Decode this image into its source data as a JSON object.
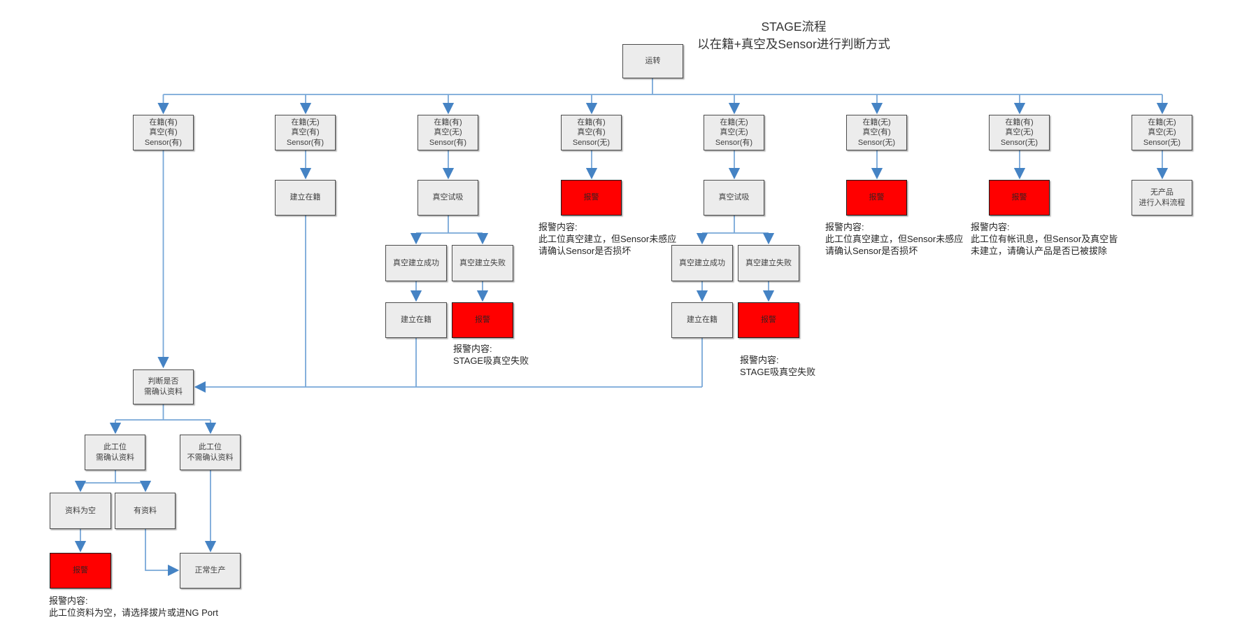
{
  "title": {
    "line1": "STAGE流程",
    "line2": "以在籍+真空及Sensor进行判断方式"
  },
  "nodes": {
    "start": "运转",
    "cond1": "在籍(有)\n真空(有)\nSensor(有)",
    "cond2": "在籍(无)\n真空(有)\nSensor(有)",
    "cond3": "在籍(有)\n真空(无)\nSensor(有)",
    "cond4": "在籍(有)\n真空(有)\nSensor(无)",
    "cond5": "在籍(无)\n真空(无)\nSensor(有)",
    "cond6": "在籍(无)\n真空(有)\nSensor(无)",
    "cond7": "在籍(有)\n真空(无)\nSensor(无)",
    "cond8": "在籍(无)\n真空(无)\nSensor(无)",
    "register2": "建立在籍",
    "vacuum_try3": "真空试吸",
    "vacuum_ok3": "真空建立成功",
    "vacuum_fail3": "真空建立失败",
    "register3": "建立在籍",
    "alarm3": "报警",
    "alarm4": "报警",
    "vacuum_try5": "真空试吸",
    "vacuum_ok5": "真空建立成功",
    "vacuum_fail5": "真空建立失败",
    "register5": "建立在籍",
    "alarm5": "报警",
    "alarm6": "报警",
    "alarm7": "报警",
    "no_product8": "无产品\n进行入料流程",
    "decide": "判断是否\n需确认资料",
    "need_confirm": "此工位\n需确认资料",
    "no_need_confirm": "此工位\n不需确认资料",
    "data_empty": "资料为空",
    "has_data": "有资料",
    "alarm_empty": "报警",
    "normal": "正常生产"
  },
  "annotations": {
    "alarm4": "报警内容:\n此工位真空建立，但Sensor未感应\n请确认Sensor是否损坏",
    "alarm6": "报警内容:\n此工位真空建立，但Sensor未感应\n请确认Sensor是否损坏",
    "alarm7": "报警内容:\n此工位有帐讯息，但Sensor及真空皆\n未建立，请确认产品是否已被拔除",
    "alarm3": "报警内容:\nSTAGE吸真空失败",
    "alarm5": "报警内容:\nSTAGE吸真空失败",
    "alarm_empty": "报警内容:\n此工位资料为空，请选择拔片或进NG Port"
  },
  "colors": {
    "alarm_fill": "#ff0000",
    "box_fill": "#ececec",
    "box_border": "#4c4c4c",
    "connector": "#78a8d8",
    "arrow": "#4583c4"
  }
}
